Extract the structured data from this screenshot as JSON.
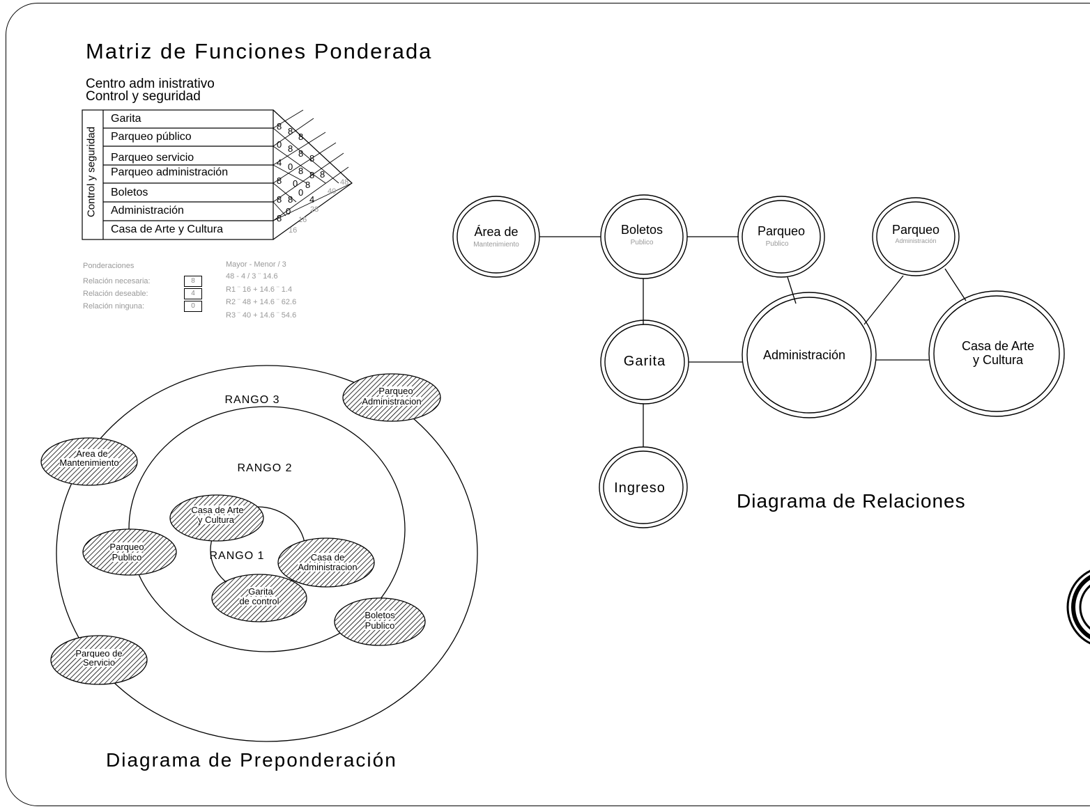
{
  "matrix": {
    "title": "Matriz de Funciones Ponderada",
    "subtitle_1": "Centro adm inistrativo",
    "subtitle_2": "Control y seguridad",
    "side_label": "Control y seguridad",
    "rows": [
      "Garita",
      "Parqueo público",
      "Parqueo servicio",
      "Parqueo administración",
      "Boletos",
      "Administración",
      "Casa de Arte y Cultura"
    ],
    "cells": [
      "8",
      "8",
      "8",
      "0",
      "8",
      "8",
      "4",
      "8",
      "8",
      "8",
      "8",
      "0",
      "8",
      "8",
      "8",
      "8",
      "0",
      "8",
      "4",
      "8",
      "0",
      "8",
      "16",
      "48",
      "40",
      "16"
    ]
  },
  "weights": {
    "heading": "Ponderaciones",
    "labels": [
      "Relación necesaria:",
      "Relación deseable:",
      "Relación ninguna:"
    ],
    "values": [
      "8",
      "4",
      "0"
    ],
    "calc": [
      "Mayor - Menor / 3",
      "48 - 4 / 3 ¨ 14.6",
      "R1 ¨  16 + 14.6 ¨ 1.4",
      "R2 ¨  48 + 14.6 ¨ 62.6",
      "R3 ¨  40 + 14.6 ¨ 54.6"
    ]
  },
  "relations": {
    "title": "Diagrama de Relaciones",
    "nodes": {
      "mantenimiento": {
        "label": "Área de",
        "sub": "Mantenimiento"
      },
      "boletos": {
        "label": "Boletos",
        "sub": "Publico"
      },
      "parqueo_publico": {
        "label": "Parqueo",
        "sub": "Publico"
      },
      "parqueo_admin": {
        "label": "Parqueo",
        "sub": "Administración"
      },
      "garita": {
        "label": "Garita"
      },
      "administracion": {
        "label": "Administración"
      },
      "casa": {
        "label_1": "Casa de Arte",
        "label_2": "y Cultura"
      },
      "ingreso": {
        "label": "Ingreso"
      }
    }
  },
  "preponderance": {
    "title": "Diagrama de Preponderación",
    "ranges": [
      "RANGO 3",
      "RANGO 2",
      "RANGO 1"
    ],
    "nodes": {
      "parqueo_admin": [
        "Parqueo",
        "Administracion"
      ],
      "area_mant": [
        "Area de",
        "Mantenimiento"
      ],
      "casa_arte": [
        "Casa de Arte",
        "y Cultura"
      ],
      "parqueo_publico": [
        "Parqueo",
        "Publico"
      ],
      "casa_admin": [
        "Casa de",
        "Administracion"
      ],
      "garita": [
        "Garita",
        "de control"
      ],
      "boletos": [
        "Boletos",
        "Publico"
      ],
      "parqueo_servicio": [
        "Parqueo de",
        "Servicio"
      ]
    }
  }
}
